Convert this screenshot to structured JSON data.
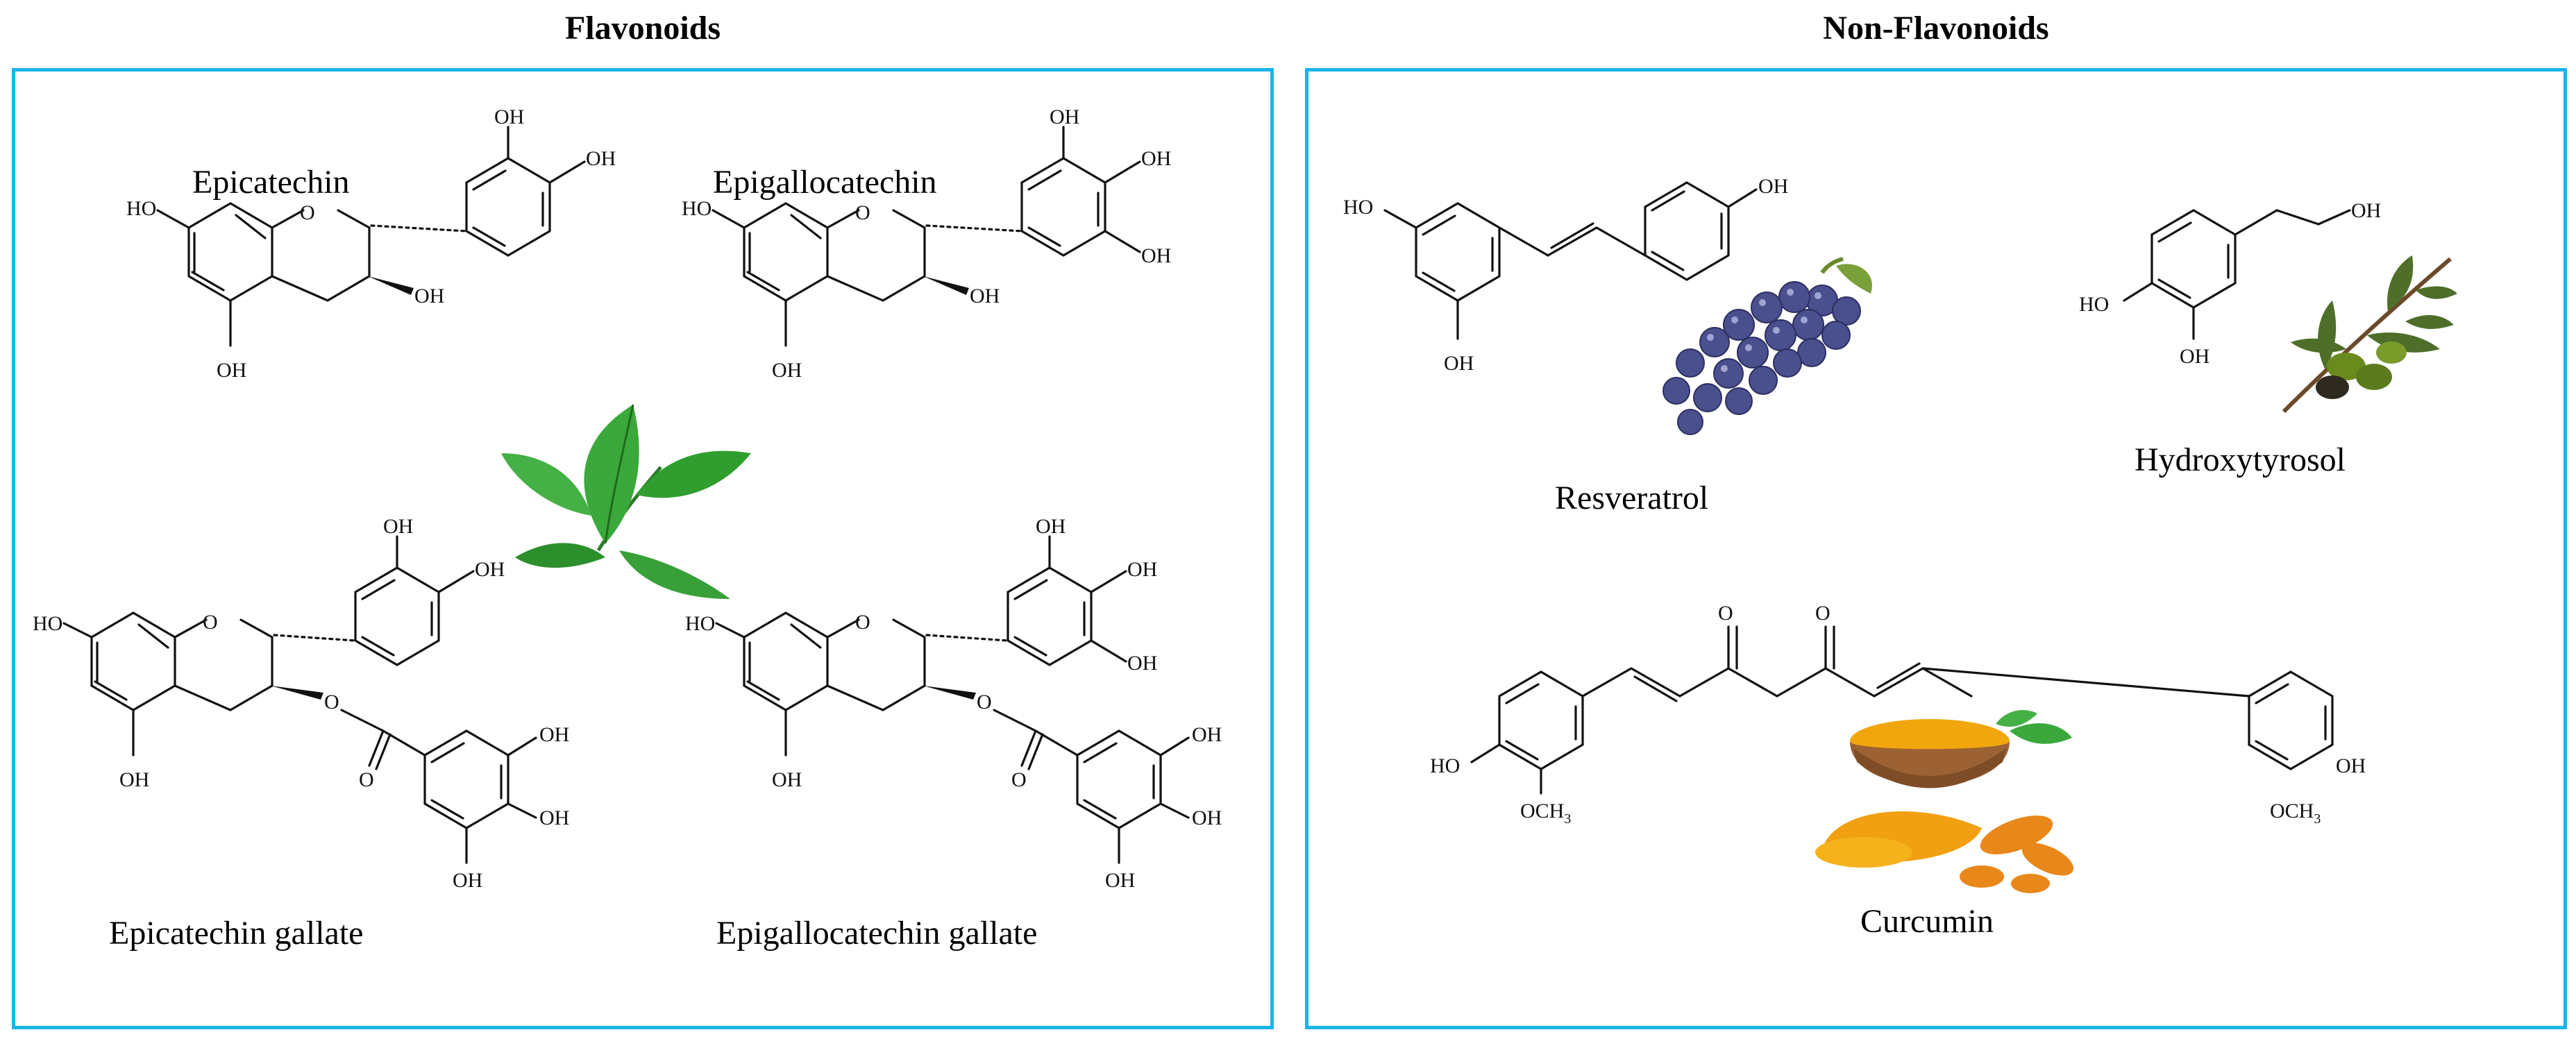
{
  "flavonoids": {
    "title": "Flavonoids",
    "compounds": [
      {
        "name": "Epicatechin"
      },
      {
        "name": "Epigallocatechin"
      },
      {
        "name": "Epicatechin gallate"
      },
      {
        "name": "Epigallocatechin gallate"
      }
    ],
    "image": "green-tea-leaves"
  },
  "non_flavonoids": {
    "title": "Non-Flavonoids",
    "compounds": [
      {
        "name": "Resveratrol",
        "image": "grapes"
      },
      {
        "name": "Hydroxytyrosol",
        "image": "olive-branch"
      },
      {
        "name": "Curcumin",
        "image": "turmeric-bowl"
      }
    ]
  },
  "atom_labels": {
    "oh": "OH",
    "ho": "HO",
    "o": "O",
    "och3": "OCH",
    "sub3": "3"
  },
  "colors": {
    "panel_border": "#1ab4e8",
    "leaf": "#2f9e2f",
    "grape": "#4a4f8e",
    "olive": "#5b7a1e",
    "turmeric": "#f0a010"
  }
}
